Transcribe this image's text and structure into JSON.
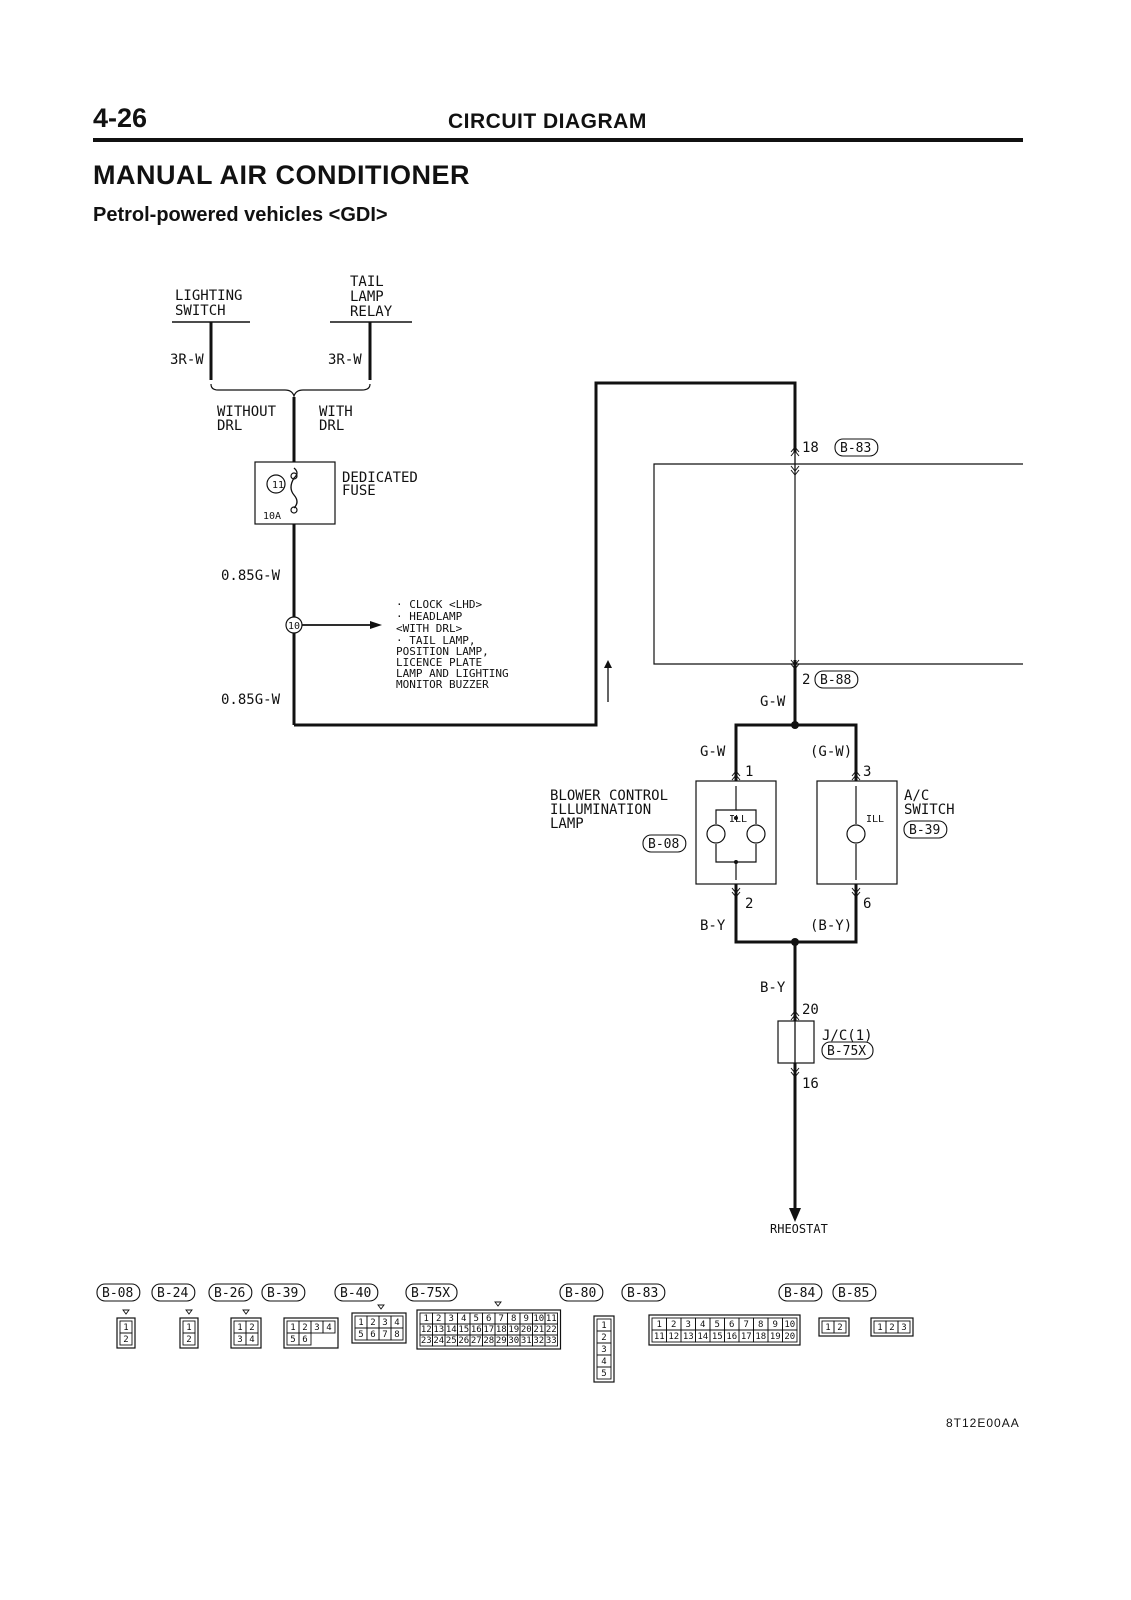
{
  "header": {
    "page_number": "4-26",
    "section": "CIRCUIT DIAGRAM"
  },
  "title": "MANUAL AIR CONDITIONER",
  "subtitle": "Petrol-powered vehicles <GDI>",
  "sources": {
    "lighting_switch": [
      "LIGHTING",
      "SWITCH"
    ],
    "tail_lamp_relay": [
      "TAIL",
      "LAMP",
      "RELAY"
    ],
    "wire_left": "3R-W",
    "wire_right": "3R-W",
    "without_drl": [
      "WITHOUT",
      "DRL"
    ],
    "with_drl": [
      "WITH",
      "DRL"
    ]
  },
  "fuse": {
    "label": [
      "DEDICATED",
      "FUSE"
    ],
    "number": "11",
    "rating": "10A"
  },
  "wires": {
    "g_w_085_top": "0.85G-W",
    "g_w_085_bottom": "0.85G-W",
    "splice": "10",
    "g_w": "G-W",
    "g_w_left": "G-W",
    "g_w_right": "(G-W)",
    "b_y_left": "B-Y",
    "b_y_right": "(B-Y)",
    "b_y": "B-Y"
  },
  "destinations": [
    "· CLOCK <LHD>",
    "· HEADLAMP",
    "  <WITH DRL>",
    "· TAIL LAMP,",
    "  POSITION LAMP,",
    "  LICENCE PLATE",
    "  LAMP AND LIGHTING",
    "  MONITOR BUZZER"
  ],
  "connectors_pins": {
    "b83_pin": "18",
    "b83": "B-83",
    "b88_pin": "2",
    "b88": "B-88",
    "pin1": "1",
    "pin3": "3",
    "pin2": "2",
    "pin6": "6",
    "jc_pin_top": "20",
    "jc_pin_bottom": "16"
  },
  "blower_lamp": {
    "label": [
      "BLOWER CONTROL",
      "ILLUMINATION",
      "LAMP"
    ],
    "connector": "B-08",
    "ill": "ILL"
  },
  "ac_switch": {
    "label": [
      "A/C",
      "SWITCH"
    ],
    "connector": "B-39",
    "ill": "ILL"
  },
  "junction": {
    "label": "J/C(1)",
    "connector": "B-75X"
  },
  "rheostat": "RHEOSTAT",
  "connector_legend": [
    "B-08",
    "B-24",
    "B-26",
    "B-39",
    "B-40",
    "B-75X",
    "B-80",
    "B-83",
    "B-84",
    "B-85"
  ],
  "connector_pins": {
    "b08": [
      "1",
      "2"
    ],
    "b24": [
      "1",
      "2"
    ],
    "b26": [
      "1",
      "2",
      "3",
      "4"
    ],
    "b39": [
      "1",
      "2",
      "3",
      "4",
      "5",
      "6"
    ],
    "b40": [
      "1",
      "2",
      "3",
      "4",
      "5",
      "6",
      "7",
      "8"
    ],
    "b75x": [
      "1",
      "2",
      "3",
      "4",
      "5",
      "6",
      "7",
      "8",
      "9",
      "10",
      "11",
      "12",
      "13",
      "14",
      "15",
      "16",
      "17",
      "18",
      "19",
      "20",
      "21",
      "22",
      "23",
      "24",
      "25",
      "26",
      "27",
      "28",
      "29",
      "30",
      "31",
      "32",
      "33"
    ],
    "b80": [
      "1",
      "2",
      "3",
      "4",
      "5"
    ],
    "b83": [
      "1",
      "2",
      "3",
      "4",
      "5",
      "6",
      "7",
      "8",
      "9",
      "10",
      "11",
      "12",
      "13",
      "14",
      "15",
      "16",
      "17",
      "18",
      "19",
      "20"
    ],
    "b84": [
      "1",
      "2"
    ],
    "b85": [
      "1",
      "2",
      "3"
    ]
  },
  "figure_code": "8T12E00AA"
}
